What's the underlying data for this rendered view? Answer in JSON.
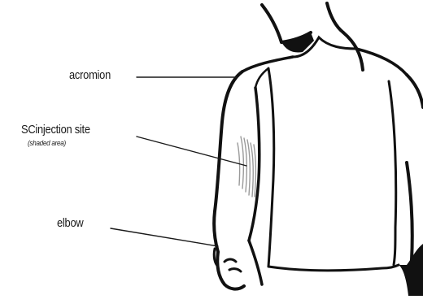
{
  "labels": {
    "acromion": "acromion",
    "injection_site": "SCinjection site",
    "injection_site_note": "(shaded area)",
    "elbow": "elbow"
  }
}
